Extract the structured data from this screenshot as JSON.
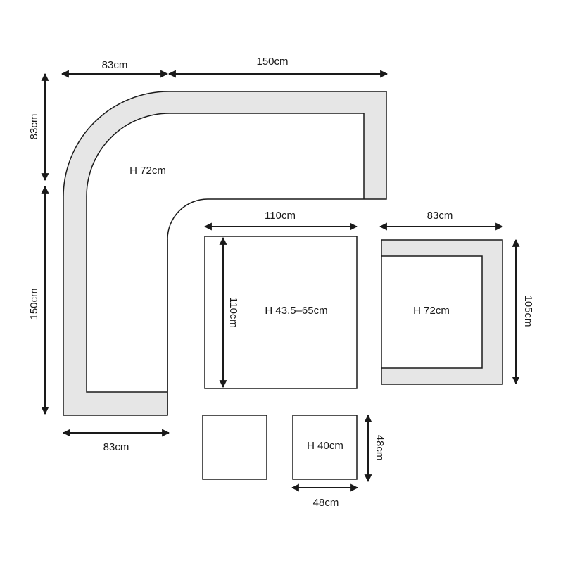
{
  "corner_sofa": {
    "top_dims": [
      "83cm",
      "150cm"
    ],
    "left_dims": [
      "83cm",
      "150cm"
    ],
    "bottom_dim": "83cm",
    "height": "H 72cm"
  },
  "table": {
    "width": "110cm",
    "depth": "110cm",
    "height": "H 43.5–65cm"
  },
  "armchair": {
    "width": "83cm",
    "depth": "105cm",
    "height": "H 72cm"
  },
  "stool": {
    "height": "H 40cm",
    "depth": "48cm",
    "width": "48cm"
  },
  "colors": {
    "cushion_fill": "#e6e6e6",
    "outline": "#1a1a1a",
    "background": "#ffffff"
  }
}
